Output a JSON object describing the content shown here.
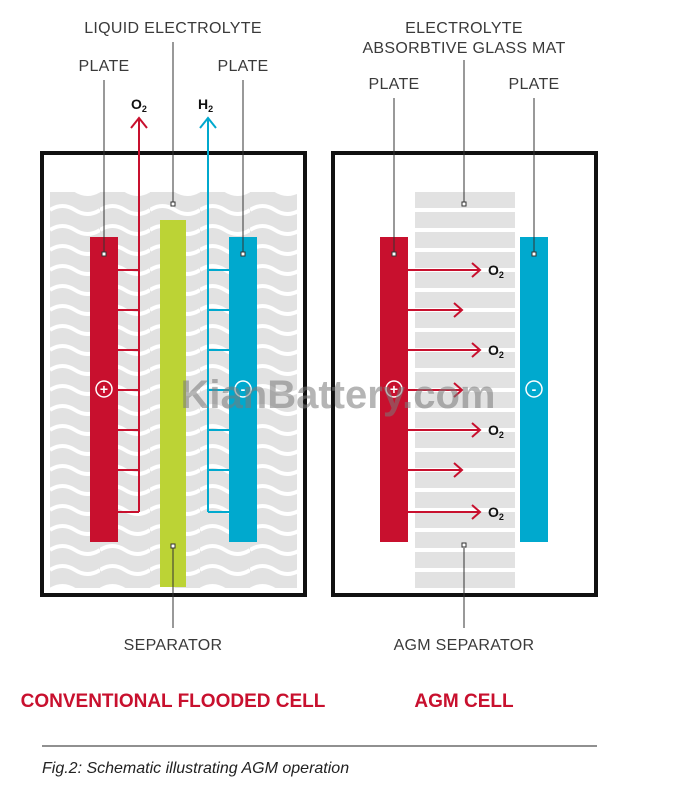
{
  "colors": {
    "positive_plate": "#c8102e",
    "negative_plate": "#00a9ce",
    "separator": "#bcd335",
    "electrolyte": "#e2e2e2",
    "title": "#c8102e"
  },
  "left": {
    "label_liquid_electrolyte": "LIQUID ELECTROLYTE",
    "label_plate_left": "PLATE",
    "label_plate_right": "PLATE",
    "o2": "O",
    "o2_sub": "2",
    "h2": "H",
    "h2_sub": "2",
    "label_separator": "SEPARATOR",
    "title": "CONVENTIONAL FLOODED CELL"
  },
  "right": {
    "label_electrolyte_line1": "ELECTROLYTE",
    "label_electrolyte_line2": "ABSORBTIVE GLASS MAT",
    "label_plate_left": "PLATE",
    "label_plate_right": "PLATE",
    "o2_labels": [
      {
        "main": "O",
        "sub": "2"
      },
      {
        "main": "O",
        "sub": "2"
      },
      {
        "main": "O",
        "sub": "2"
      },
      {
        "main": "O",
        "sub": "2"
      }
    ],
    "label_separator": "AGM SEPARATOR",
    "title": "AGM CELL"
  },
  "symbols": {
    "positive": "+",
    "negative": "-"
  },
  "watermark": "KianBattery.com",
  "caption": "Fig.2: Schematic illustrating AGM operation"
}
